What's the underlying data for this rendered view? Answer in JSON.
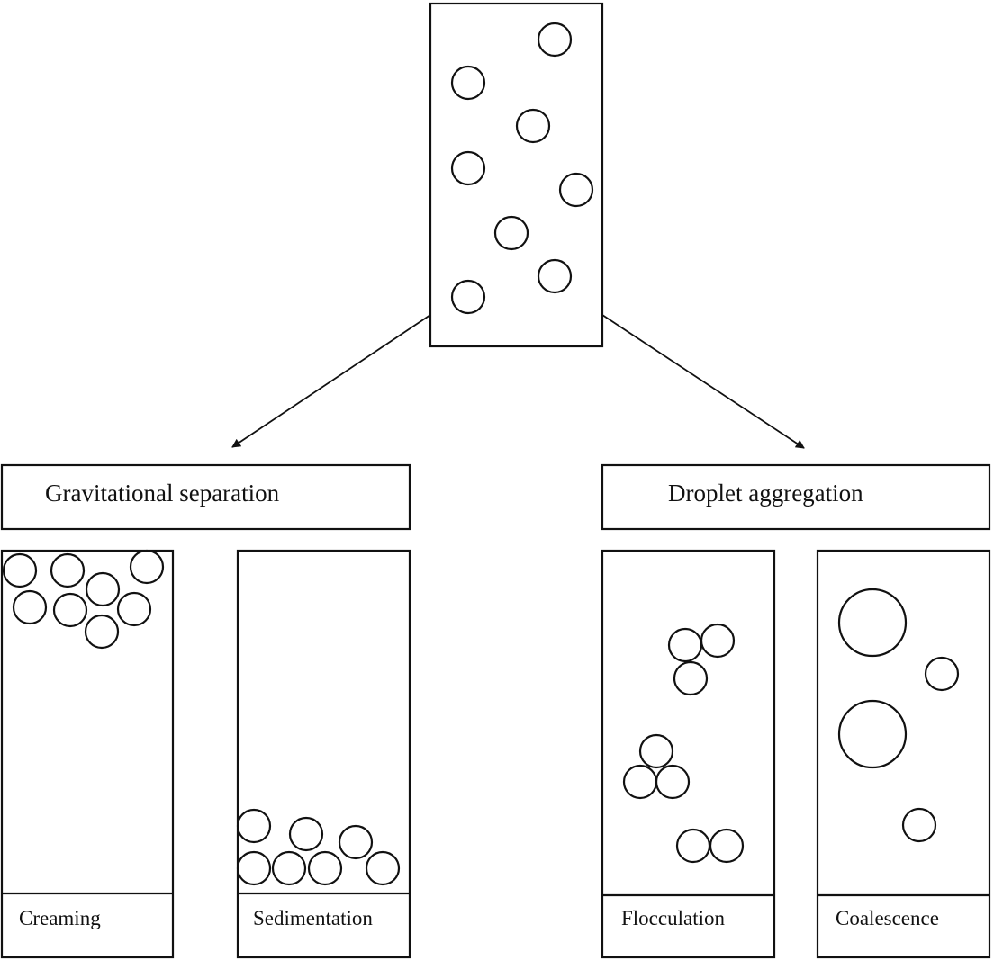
{
  "categories": {
    "left": "Gravitational separation",
    "right": "Droplet aggregation"
  },
  "containers": {
    "creaming": "Creaming",
    "sedimentation": "Sedimentation",
    "flocculation": "Flocculation",
    "coalescence": "Coalescence"
  },
  "colors": {
    "stroke": "#111111",
    "background": "#ffffff"
  }
}
